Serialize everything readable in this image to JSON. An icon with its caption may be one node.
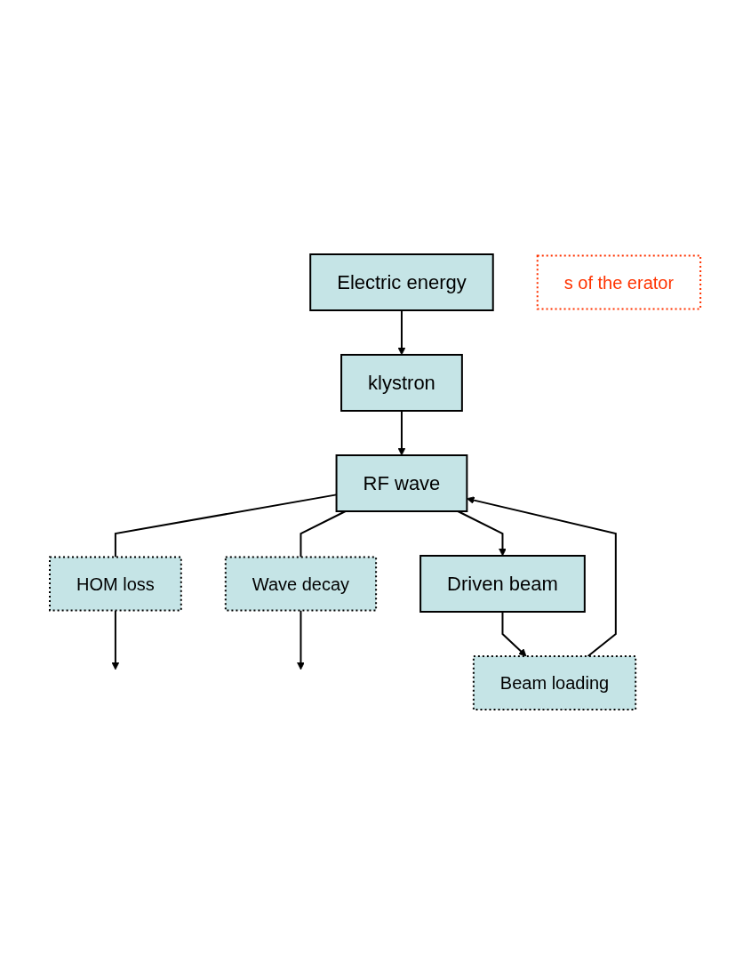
{
  "diagram": {
    "nodes": [
      {
        "text": [
          "Electric energy"
        ]
      },
      {
        "text": [
          "klystron"
        ]
      },
      {
        "text": [
          "s of the erator"
        ]
      },
      {
        "text": [
          "RF wave"
        ]
      },
      {
        "text": [
          "HOM loss"
        ]
      },
      {
        "text": [
          "Wave decay"
        ]
      },
      {
        "text": [
          "Beam loading"
        ]
      },
      {
        "text": [
          "Driven beam"
        ]
      }
    ],
    "edges": [
      {
        "from": 0,
        "to": 1,
        "arrow": "to"
      },
      {
        "from": 1,
        "to": 3,
        "arrow": "to"
      },
      {
        "from": 3,
        "to": 4,
        "arrow": "none"
      },
      {
        "from": 3,
        "to": 5,
        "arrow": "none"
      },
      {
        "from": 4,
        "to": null,
        "arrow": "to"
      },
      {
        "from": 5,
        "to": null,
        "arrow": "to"
      },
      {
        "from": 3,
        "to": 7,
        "arrow": "to"
      },
      {
        "from": 7,
        "to": 6,
        "arrow": "to"
      },
      {
        "from": 6,
        "to": 3,
        "arrow": "to"
      }
    ]
  }
}
